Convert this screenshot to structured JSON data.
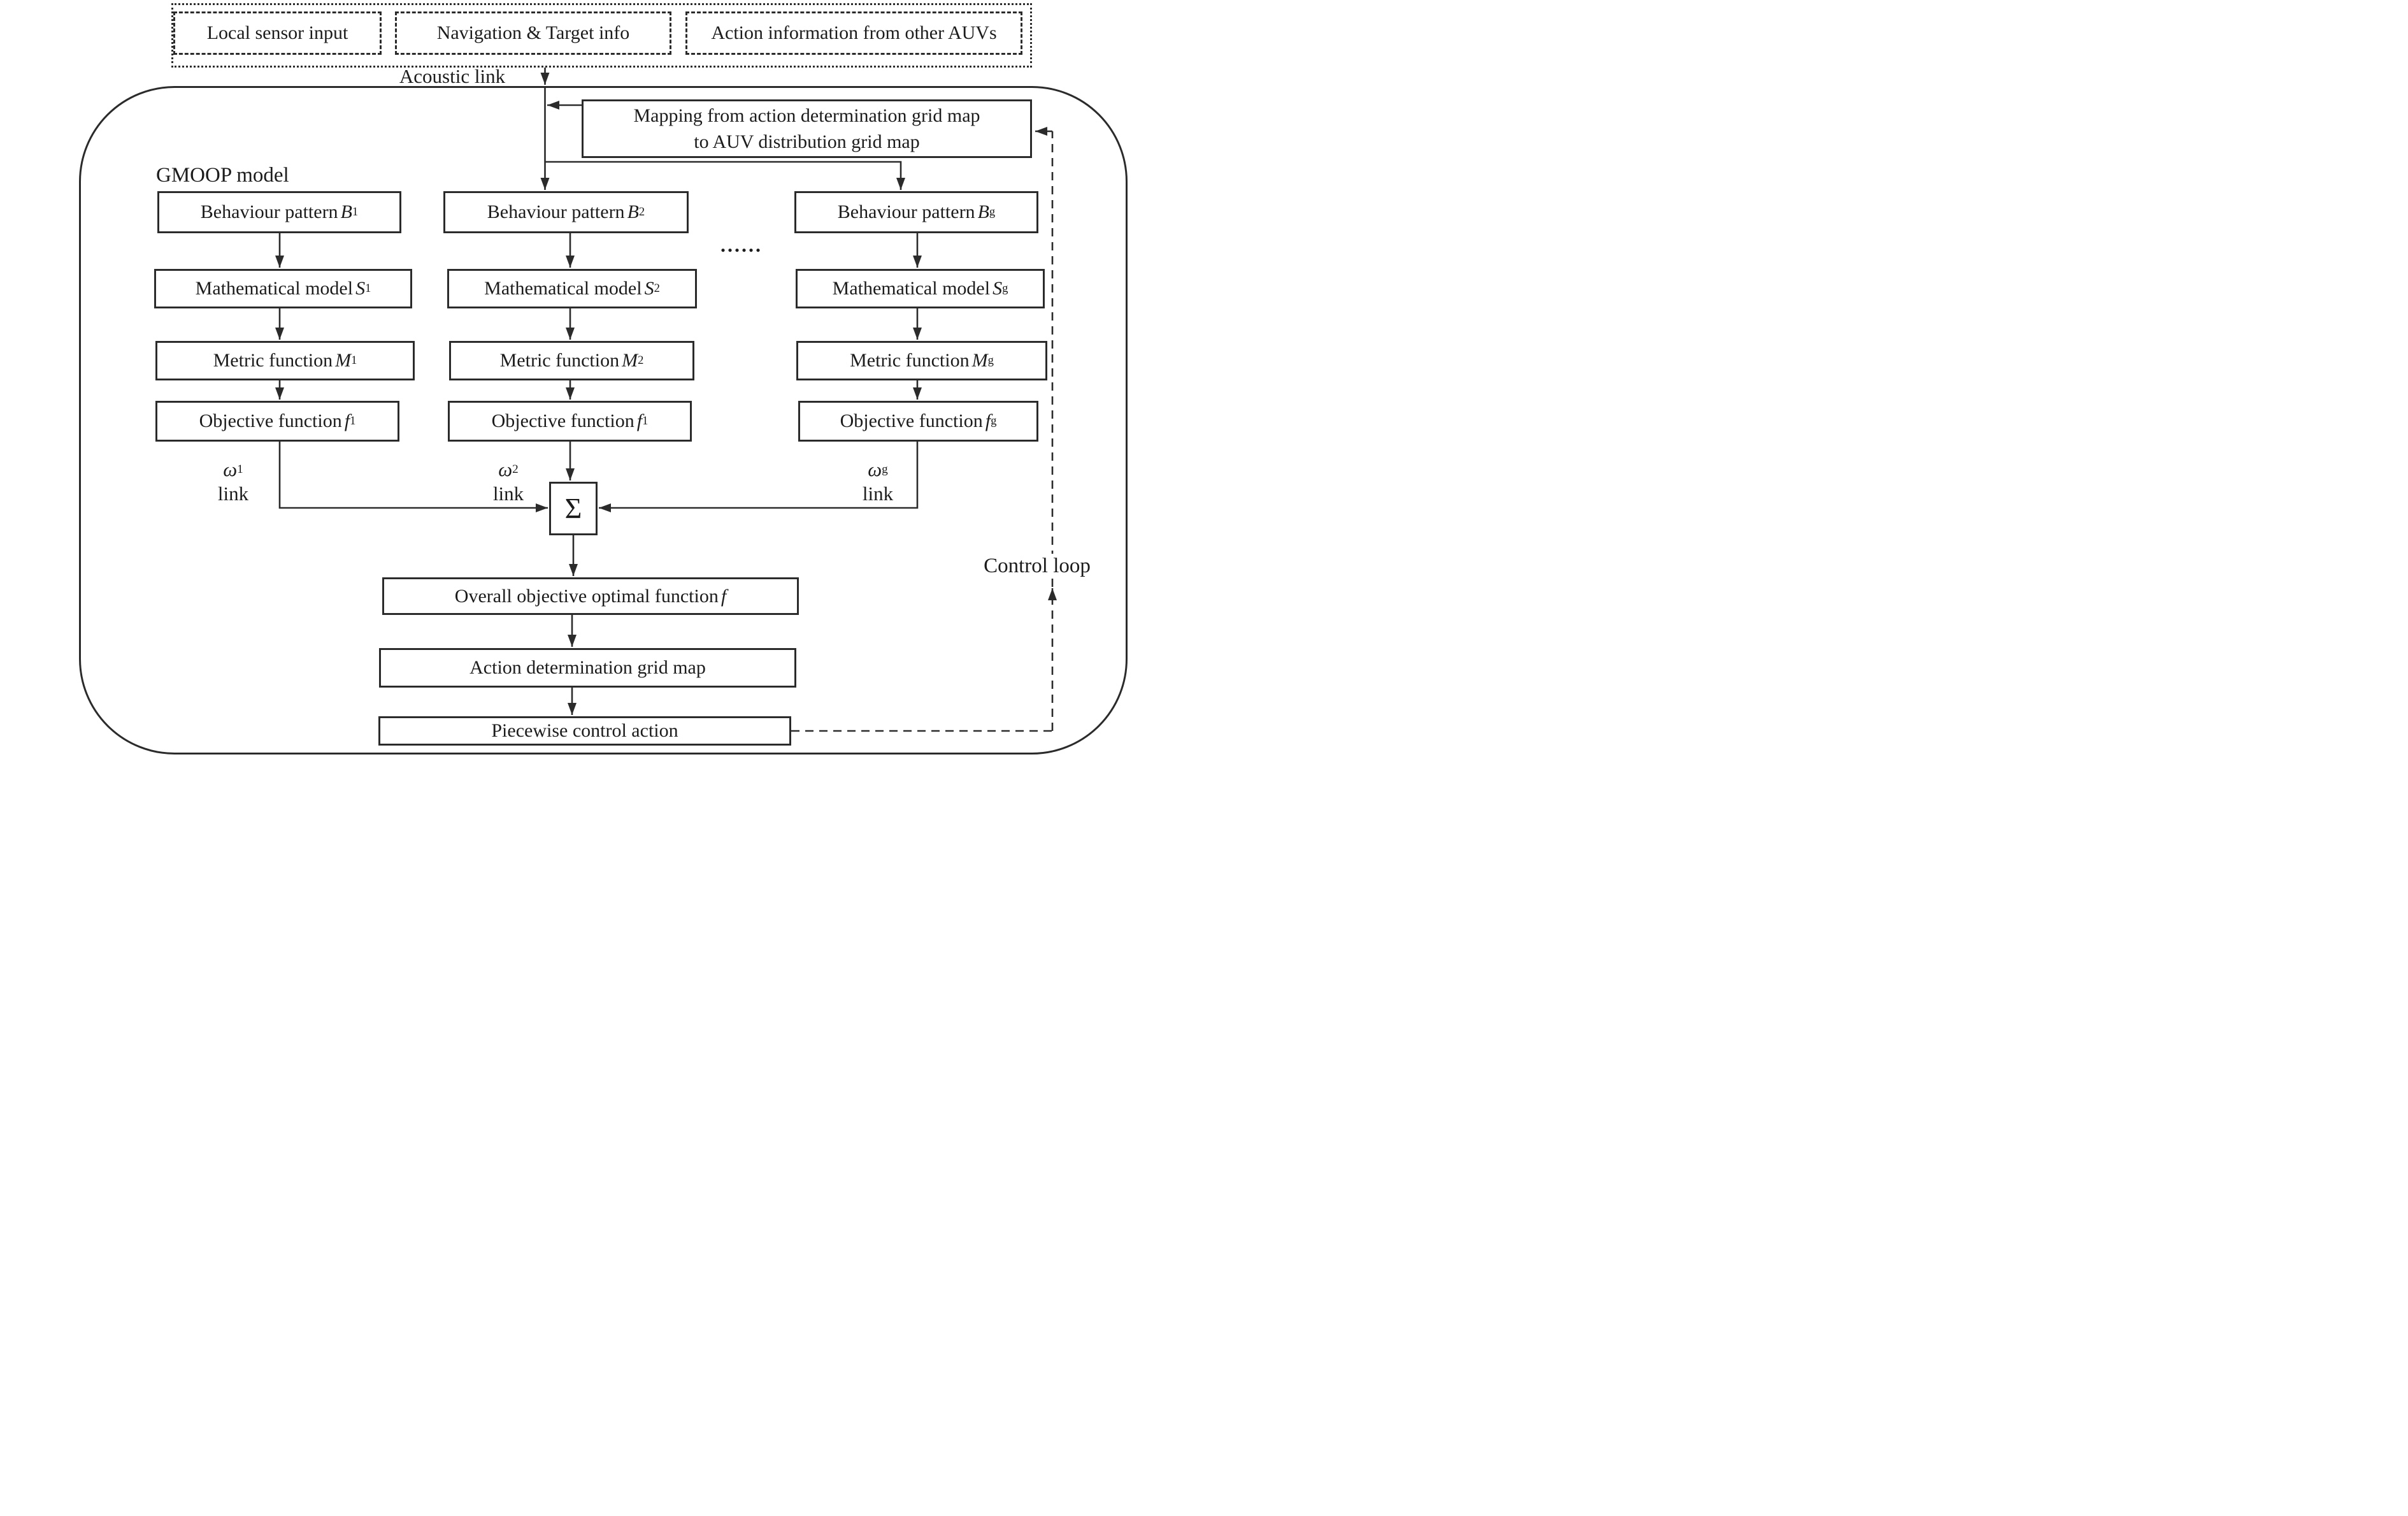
{
  "colors": {
    "ink": "#2b2b2b",
    "text": "#1c1c1c",
    "background": "#ffffff"
  },
  "top_inputs": {
    "items": [
      {
        "label": "Local sensor input"
      },
      {
        "label": "Navigation & Target info"
      },
      {
        "label": "Action information from other AUVs"
      }
    ]
  },
  "acoustic_link_label": "Acoustic link",
  "mapping_box": {
    "line1": "Mapping from action determination grid map",
    "line2": "to AUV distribution grid map"
  },
  "gmoop_label": "GMOOP model",
  "columns": [
    {
      "behaviour": {
        "prefix": "Behaviour pattern ",
        "var": "B",
        "sub": "1"
      },
      "model": {
        "prefix": "Mathematical model ",
        "var": "S",
        "sub": "1"
      },
      "metric": {
        "prefix": "Metric function ",
        "var": "M",
        "sub": "1"
      },
      "objective": {
        "prefix": "Objective function ",
        "var": "f",
        "sub": "1"
      },
      "weight": {
        "var": "ω",
        "sub": "1",
        "link": "link"
      }
    },
    {
      "behaviour": {
        "prefix": "Behaviour pattern ",
        "var": "B",
        "sub": "2"
      },
      "model": {
        "prefix": "Mathematical model ",
        "var": "S",
        "sub": "2"
      },
      "metric": {
        "prefix": "Metric function ",
        "var": "M",
        "sub": "2"
      },
      "objective": {
        "prefix": "Objective function ",
        "var": "f",
        "sub": "1"
      },
      "weight": {
        "var": "ω",
        "sub": "2",
        "link": "link"
      }
    },
    {
      "behaviour": {
        "prefix": "Behaviour pattern ",
        "var": "B",
        "sub": "g"
      },
      "model": {
        "prefix": "Mathematical model ",
        "var": "S",
        "sub": "g"
      },
      "metric": {
        "prefix": "Metric function ",
        "var": "M",
        "sub": "g"
      },
      "objective": {
        "prefix": "Objective function ",
        "var": "f",
        "sub": "g"
      },
      "weight": {
        "var": "ω",
        "sub": "g",
        "link": "link"
      }
    }
  ],
  "ellipsis": "......",
  "sigma_label": "Σ",
  "overall_box": {
    "prefix": "Overall objective optimal function ",
    "var": "f"
  },
  "action_box_label": "Action determination grid map",
  "piecewise_box_label": "Piecewise control action",
  "control_loop_label": "Control loop"
}
